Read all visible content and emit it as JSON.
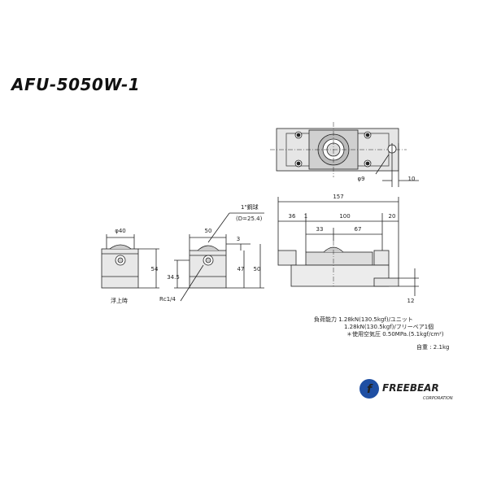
{
  "title": "AFU-5050W-1",
  "dimensions": {
    "total_length": "157",
    "left_offset": "36",
    "gap": "1",
    "body_length": "100",
    "right_offset": "20",
    "ball_left": "33",
    "ball_right": "67",
    "hole_dia": "φ9",
    "flange_width": "10",
    "height_12": "12",
    "front_dia": "φ40",
    "front_height": "54",
    "side_width": "50",
    "side_top": "3",
    "side_thread": "34.5",
    "side_47": "47",
    "side_50": "50",
    "thread": "Rc1/4",
    "ball_label": "1\"鋼球",
    "ball_dia": "(D=25.4)",
    "up_label": "浮上時"
  },
  "specs": {
    "line1": "負荷能力  1.28kN(130.5kgf)/ユニット",
    "line2": "1.28kN(130.5kgf)/フリーベア1個",
    "line3": "＊使用空気圧  0.50MPa.(5.1kgf/cm²)",
    "weight": "自重 : 2.1kg"
  },
  "logo": {
    "name": "FREEBEAR",
    "sub": "CORPORATION",
    "color": "#1f4fa3"
  }
}
